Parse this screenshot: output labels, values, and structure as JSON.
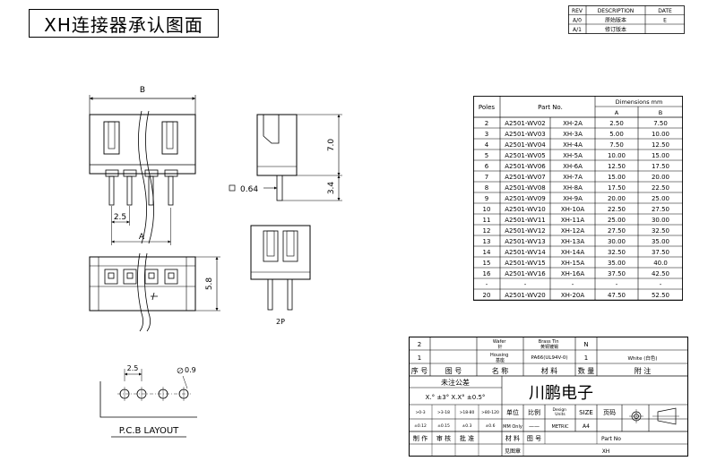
{
  "title": "XH连接器承认图面",
  "revision_table": {
    "headers": [
      "REV",
      "DESCRIPTION",
      "DATE"
    ],
    "rows": [
      [
        "A/0",
        "原始版本",
        "E"
      ],
      [
        "A/1",
        "修订版本",
        ""
      ]
    ]
  },
  "dimensions_table": {
    "col_poles": "Poles",
    "col_part_no": "Part No.",
    "col_dimensions": "Dimensions mm",
    "col_a": "A",
    "col_b": "B",
    "rows": [
      [
        "2",
        "A2501-WV02",
        "XH-2A",
        "2.50",
        "7.50"
      ],
      [
        "3",
        "A2501-WV03",
        "XH-3A",
        "5.00",
        "10.00"
      ],
      [
        "4",
        "A2501-WV04",
        "XH-4A",
        "7.50",
        "12.50"
      ],
      [
        "5",
        "A2501-WV05",
        "XH-5A",
        "10.00",
        "15.00"
      ],
      [
        "6",
        "A2501-WV06",
        "XH-6A",
        "12.50",
        "17.50"
      ],
      [
        "7",
        "A2501-WV07",
        "XH-7A",
        "15.00",
        "20.00"
      ],
      [
        "8",
        "A2501-WV08",
        "XH-8A",
        "17.50",
        "22.50"
      ],
      [
        "9",
        "A2501-WV09",
        "XH-9A",
        "20.00",
        "25.00"
      ],
      [
        "10",
        "A2501-WV10",
        "XH-10A",
        "22.50",
        "27.50"
      ],
      [
        "11",
        "A2501-WV11",
        "XH-11A",
        "25.00",
        "30.00"
      ],
      [
        "12",
        "A2501-WV12",
        "XH-12A",
        "27.50",
        "32.50"
      ],
      [
        "13",
        "A2501-WV13",
        "XH-13A",
        "30.00",
        "35.00"
      ],
      [
        "14",
        "A2501-WV14",
        "XH-14A",
        "32.50",
        "37.50"
      ],
      [
        "15",
        "A2501-WV15",
        "XH-15A",
        "35.00",
        "40.0"
      ],
      [
        "16",
        "A2501-WV16",
        "XH-16A",
        "37.50",
        "42.50"
      ],
      [
        "-",
        "-",
        "-",
        "-",
        "-"
      ],
      [
        "20",
        "A2501-WV20",
        "XH-20A",
        "47.50",
        "52.50"
      ]
    ]
  },
  "drawing_labels": {
    "dim_b": "B",
    "dim_a": "A",
    "pitch": "2.5",
    "height": "7.0",
    "pin_len": "3.4",
    "pin_size": "0.64",
    "width_58": "5.8",
    "two_p": "2P",
    "pcb_pitch": "2.5",
    "pcb_hole": "0.9",
    "pcb_title": "P.C.B LAYOUT"
  },
  "bom": {
    "row2": {
      "no": "2",
      "name": "Wafer\n针",
      "material": "Brass Tin\n黄铜镀锡",
      "qty": "N",
      "note": ""
    },
    "row1": {
      "no": "1",
      "name": "Housing\n基座",
      "material": "PA66(UL94V-0)",
      "qty": "1",
      "note": "White (白色)"
    },
    "header": {
      "no": "序 号",
      "drawing": "图 号",
      "name": "名 称",
      "material": "材 料",
      "qty": "数 量",
      "note": "附 注"
    }
  },
  "title_block": {
    "tolerance_label": "未注公差",
    "tolerance_values": "X.° ±3° X.X° ±0.5°",
    "ranges": [
      ">0-3",
      ">3-18",
      ">18-80",
      ">80-120"
    ],
    "tols": [
      "±0.12",
      "±0.15",
      "±0.3",
      "±0.6"
    ],
    "company": "川鹏电子",
    "unit_label": "单位",
    "unit_value": "MM Only",
    "scale_label": "比例",
    "scale_value": "——",
    "design_units_label": "Design\nUnits",
    "design_units_value": "METRIC",
    "size_label": "SIZE",
    "size_value": "A4",
    "page_label": "页码",
    "part_no_label": "Part No",
    "part_no_value": "XH",
    "made": "制 作",
    "review": "审 核",
    "approve": "批 准",
    "material": "材 料",
    "drawing_no": "图 号",
    "seal": "见图章"
  }
}
